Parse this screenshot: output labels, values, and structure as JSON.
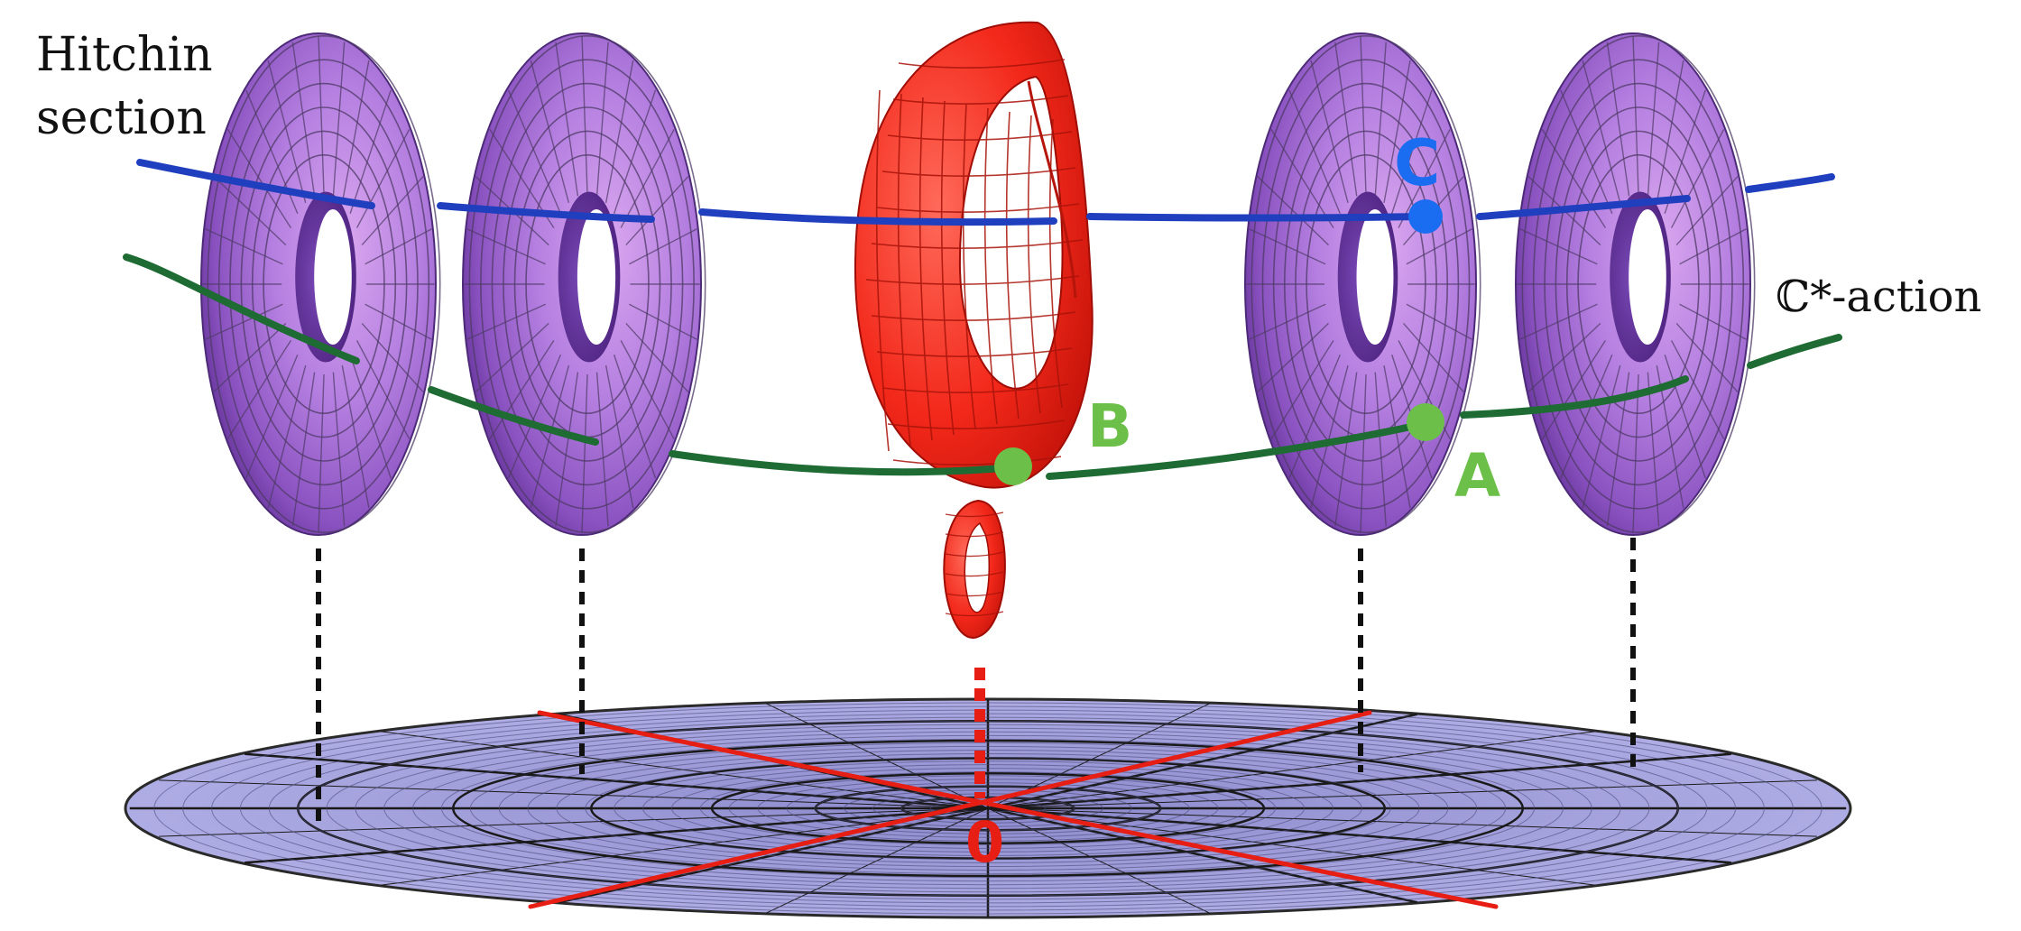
{
  "labels": {
    "hitchin_line1": "Hitchin",
    "hitchin_line2": "section",
    "cstar_action": "ℂ*-action",
    "point_a": "A",
    "point_b": "B",
    "point_c": "C",
    "origin": "0"
  },
  "colors": {
    "torus_light": "#c58ee0",
    "torus_mid": "#a26ad0",
    "torus_dark": "#5f2d94",
    "singular_fiber": "#f21c12",
    "hitchin_section_line": "#1f3fbf",
    "cstar_orbit_line": "#1e6b33",
    "point_green": "#6cc04a",
    "point_blue": "#1a6cf0",
    "base_disk": "#a9a7df",
    "discriminant": "#e61e14",
    "projection_line": "#111111"
  },
  "icons": {
    "regular_fiber": "torus-icon",
    "singular_fiber": "pinched-torus-icon",
    "base": "hitchin-base-disk-icon"
  }
}
